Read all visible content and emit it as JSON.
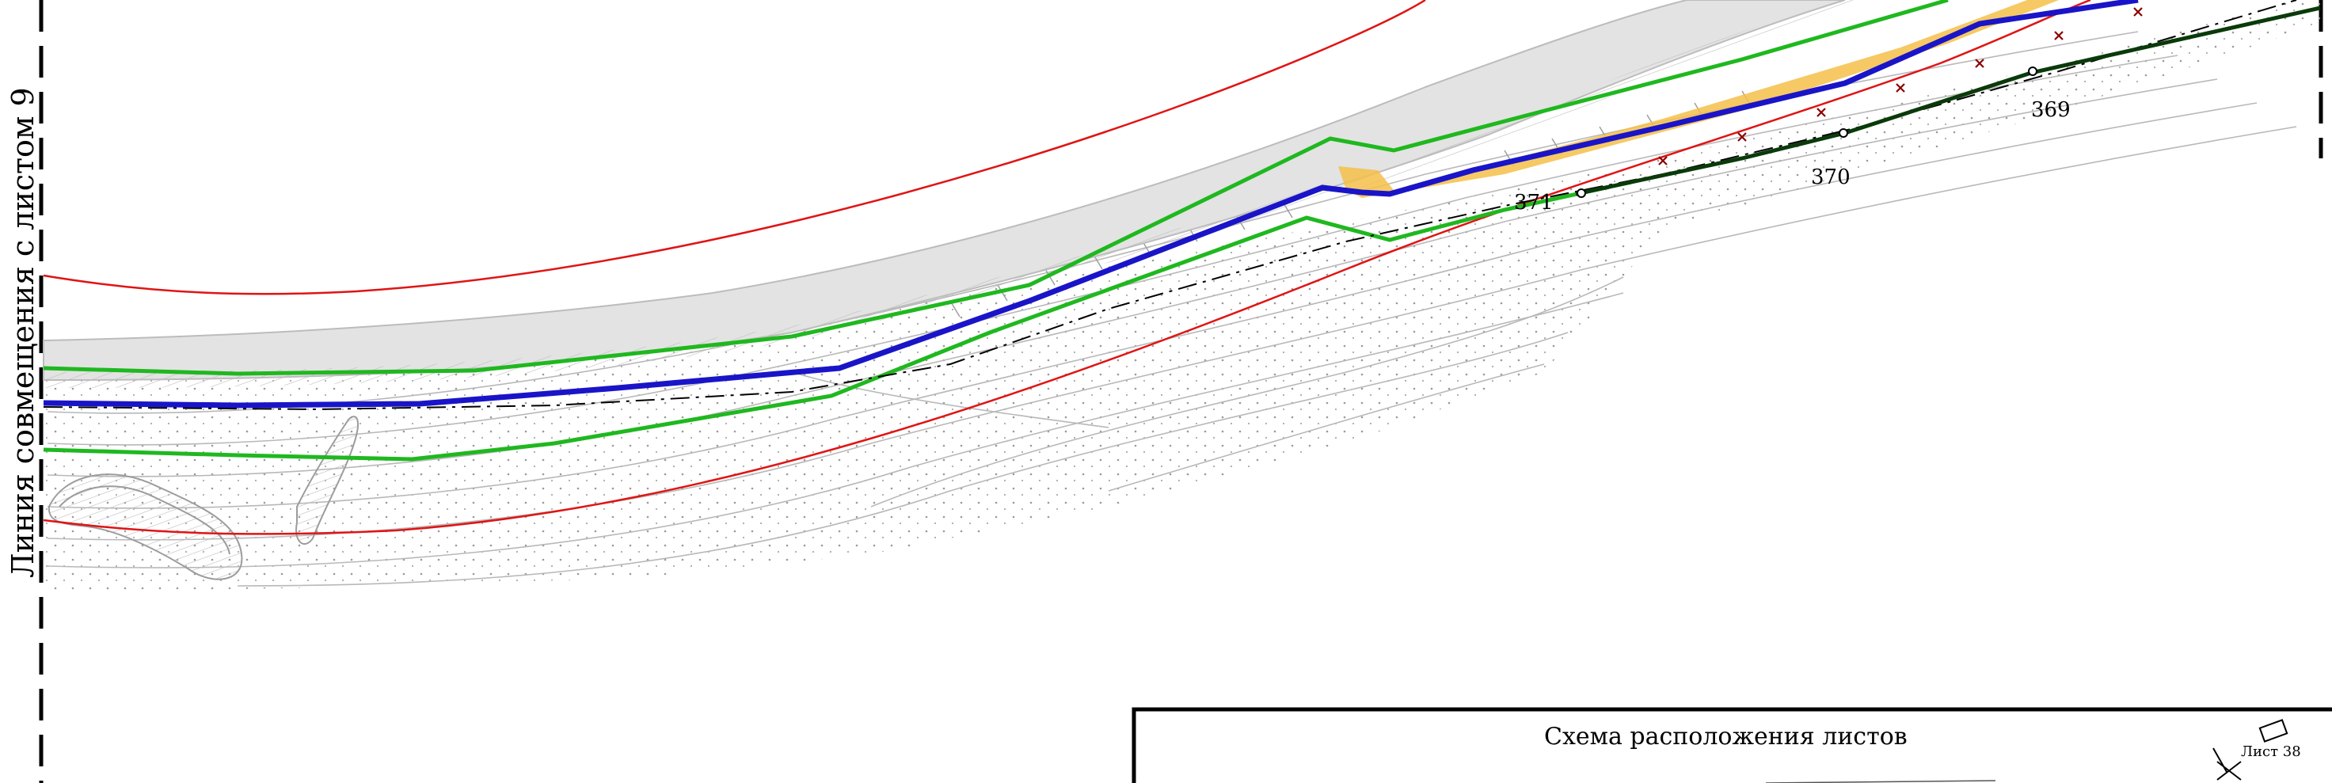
{
  "sheet": {
    "match_line_label": "Линия совмещения с листом 9"
  },
  "pickets": {
    "p369": "369",
    "p370": "370",
    "p371": "371"
  },
  "layout_scheme": {
    "title": "Схема расположения листов",
    "sheet_label": "Лист 38"
  },
  "colors": {
    "road_axis_blue": "#1a14c8",
    "right_of_way_green": "#1fb81f",
    "boundary_red": "#e01414",
    "existing_line_dark_green": "#0a3a0a",
    "centerline_dashdot": "#000000",
    "embankment_fill": "#f5c04a",
    "terrain_hatch": "#9a9a9a"
  }
}
